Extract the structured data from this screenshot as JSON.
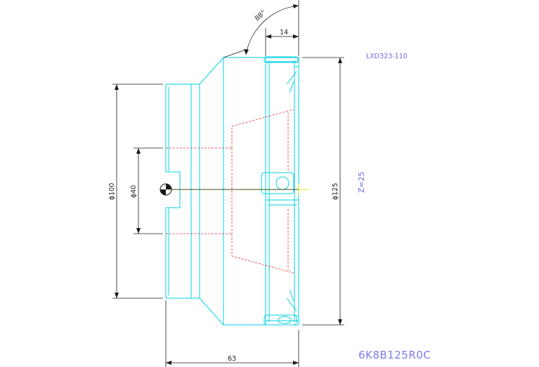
{
  "drawing": {
    "part_code": "LXD323-110",
    "model_number": "6K8B125R0C",
    "teeth_count": "Z=25",
    "colors": {
      "outline": "#00d2e6",
      "hidden": "#e03030",
      "dimension": "#1a1a1a",
      "note": "#6a6ae8",
      "centerline": "#4a4a00"
    },
    "dimensions": {
      "angle": "88°",
      "width_top": "14",
      "length": "63",
      "dia_bore": "ϕ40",
      "dia_hub": "ϕ100",
      "dia_cutter": "ϕ125"
    }
  }
}
